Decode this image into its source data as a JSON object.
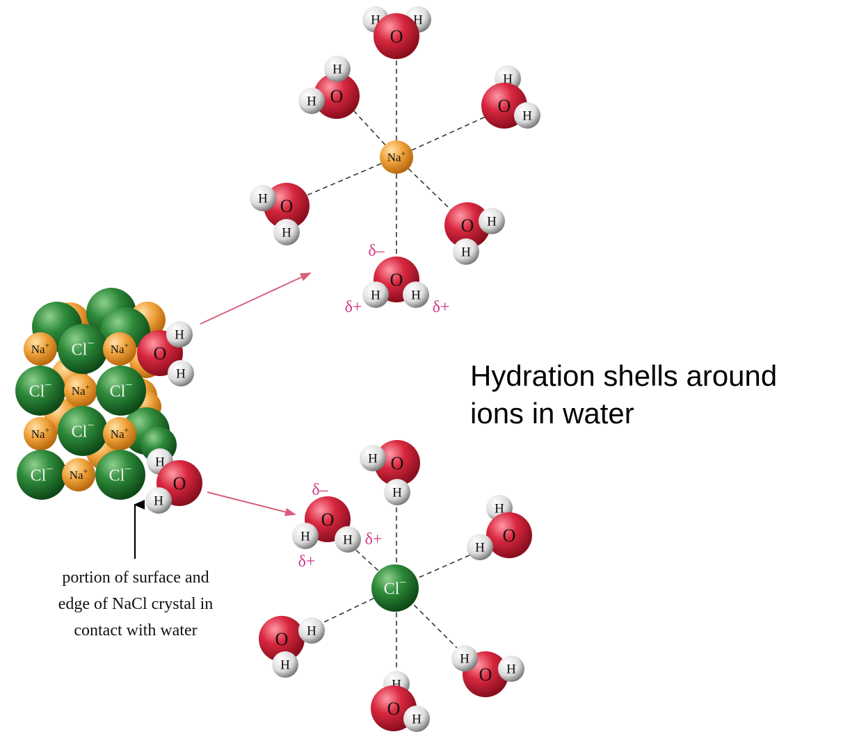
{
  "title": {
    "line1": "Hydration shells around",
    "line2": "ions in water"
  },
  "caption": {
    "line1": "portion of surface and",
    "line2": "edge of NaCl crystal in",
    "line3": "contact with water"
  },
  "labels": {
    "sodium": "Na",
    "chloride": "Cl",
    "oxygen": "O",
    "hydrogen": "H",
    "plus": "+",
    "minus": "−",
    "delta_minus": "δ–",
    "delta_plus": "δ+"
  },
  "colors": {
    "sodium": "#f0a23a",
    "chloride": "#2e8a3a",
    "oxygen": "#d8283f",
    "hydrogen": "#e8e8e8",
    "delta": "#d03a86",
    "arrow": "#d8607c"
  }
}
